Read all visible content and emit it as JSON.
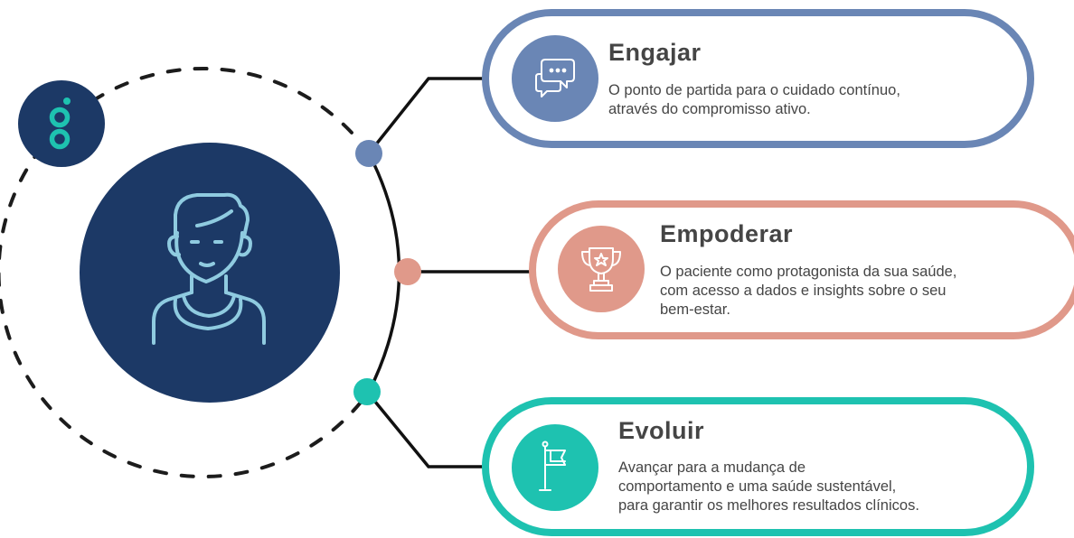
{
  "colors": {
    "navy": "#1c3966",
    "blue": "#6a86b5",
    "salmon": "#e0998a",
    "teal": "#1ec2b0",
    "light_blue": "#8fcbe0",
    "text": "#454545"
  },
  "logo": {
    "icon": "brand-logo-icon"
  },
  "person": {
    "icon": "person-outline-icon"
  },
  "cards": [
    {
      "title": "Engajar",
      "lines": [
        "O ponto de partida para o cuidado contínuo,",
        "através do compromisso ativo."
      ],
      "icon": "chat-bubbles-icon"
    },
    {
      "title": "Empoderar",
      "lines": [
        "O paciente como protagonista da sua saúde,",
        "com acesso a dados e insights sobre o seu",
        "bem-estar."
      ],
      "icon": "trophy-icon"
    },
    {
      "title": "Evoluir",
      "lines": [
        "Avançar para a mudança de",
        "comportamento e uma saúde sustentável,",
        "para garantir os melhores resultados clínicos."
      ],
      "icon": "flag-icon"
    }
  ]
}
